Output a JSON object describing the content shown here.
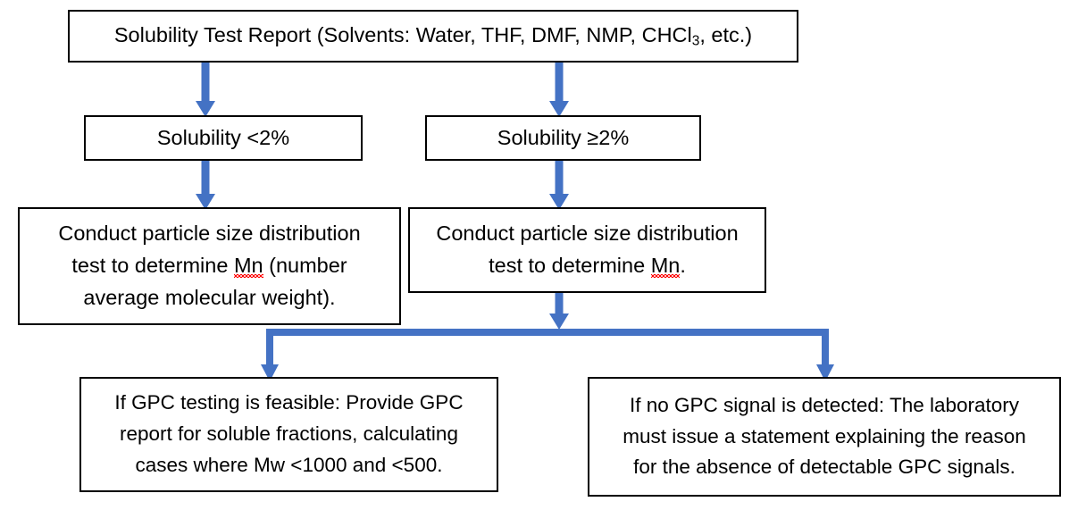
{
  "diagram": {
    "title": "Solubility / GPC testing decision flowchart",
    "accent_color": "#4472C4",
    "box_border_color": "#000000",
    "background_color": "#FFFFFF",
    "spellcheck_underline_color": "#FF0000"
  },
  "nodes": {
    "top": {
      "id": "solubility-test-report",
      "text_before_sub": "Solubility Test Report (Solvents: Water, THF, DMF, NMP, CHCl",
      "subscript": "3",
      "text_after_sub": ", etc.)",
      "full_text": "Solubility Test Report (Solvents: Water, THF, DMF, NMP, CHCl3, etc.)"
    },
    "solubility_low": {
      "id": "solubility-less-than-2",
      "text": "Solubility <2%"
    },
    "solubility_high": {
      "id": "solubility-greater-equal-2",
      "text": "Solubility ≥2%"
    },
    "psd_left": {
      "id": "particle-size-distribution-left",
      "line1": "Conduct particle size distribution",
      "line2_before": "test to determine ",
      "line2_misspelled": "Mn",
      "line2_after": " (number",
      "line3": "average molecular weight).",
      "full_text": "Conduct particle size distribution test to determine Mn (number average molecular weight)."
    },
    "psd_right": {
      "id": "particle-size-distribution-right",
      "line1": "Conduct particle size distribution",
      "line2_before": "test to determine ",
      "line2_misspelled": "Mn",
      "line2_after": ".",
      "full_text": "Conduct particle size distribution test to determine Mn."
    },
    "gpc_feasible": {
      "id": "gpc-testing-feasible",
      "line1": "If GPC testing is feasible: Provide GPC",
      "line2": "report for soluble fractions, calculating",
      "line3": "cases where Mw <1000 and <500.",
      "full_text": "If GPC testing is feasible: Provide GPC report for soluble fractions, calculating cases where Mw <1000 and <500."
    },
    "gpc_none": {
      "id": "no-gpc-signal",
      "line1": "If no GPC signal is detected: The laboratory",
      "line2": "must issue a statement explaining the reason",
      "line3": "for the absence of detectable GPC signals.",
      "full_text": "If no GPC signal is detected: The laboratory must issue a statement explaining the reason for the absence of detectable GPC signals."
    }
  },
  "connectors": [
    {
      "id": "top-to-solubility-low",
      "from": "top",
      "to": "solubility_low",
      "style": "arrow-down"
    },
    {
      "id": "top-to-solubility-high",
      "from": "top",
      "to": "solubility_high",
      "style": "arrow-down"
    },
    {
      "id": "low-to-psd-left",
      "from": "solubility_low",
      "to": "psd_left",
      "style": "arrow-down"
    },
    {
      "id": "high-to-psd-right",
      "from": "solubility_high",
      "to": "psd_right",
      "style": "arrow-down"
    },
    {
      "id": "psd-right-to-bracket",
      "from": "psd_right",
      "to": "bracket",
      "style": "arrow-down"
    },
    {
      "id": "bracket-split",
      "from": "bracket",
      "to": [
        "gpc_feasible",
        "gpc_none"
      ],
      "style": "bracket-two-arrows-down"
    }
  ]
}
